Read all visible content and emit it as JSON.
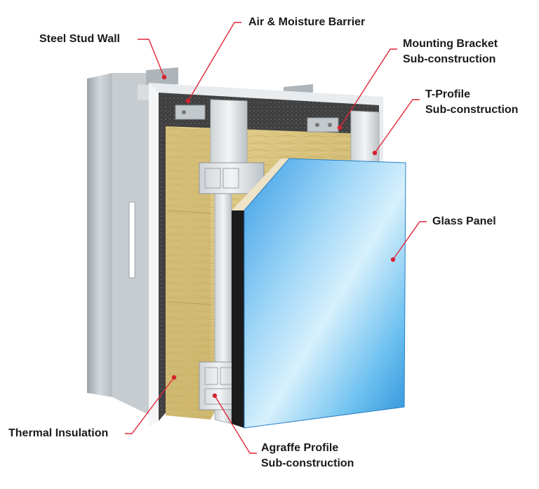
{
  "labels": {
    "steel_stud_wall": "Steel Stud Wall",
    "air_moisture_barrier": "Air & Moisture Barrier",
    "mounting_bracket": [
      "Mounting Bracket",
      "Sub-construction"
    ],
    "t_profile": [
      "T-Profile",
      "Sub-construction"
    ],
    "glass_panel": "Glass Panel",
    "thermal_insulation": "Thermal Insulation",
    "agraffe_profile": [
      "Agraffe Profile",
      "Sub-construction"
    ]
  },
  "colors": {
    "leader_line": "#e3263a",
    "leader_dot": "#d8202f",
    "steel": "#c9ced2",
    "insulation": "#d8c27f",
    "barrier": "#4a4a4a",
    "glass": "#5ab4ee"
  }
}
